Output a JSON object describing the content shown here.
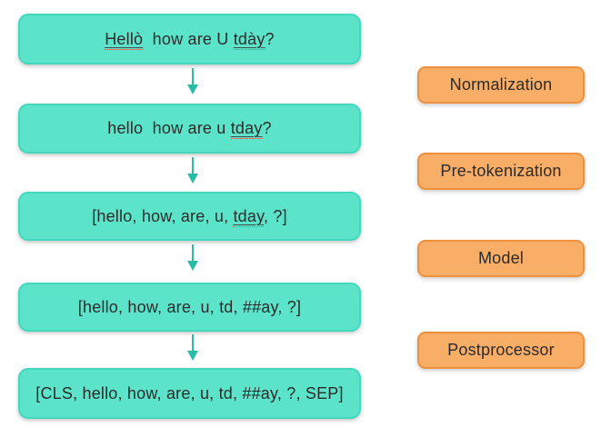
{
  "colors": {
    "teal_fill": "#5CE4CB",
    "teal_border": "#41D8BF",
    "orange_fill": "#F9AE67",
    "orange_border": "#EF913C",
    "arrow": "#29BCA8",
    "text": "#2B2B2B",
    "underline": "#4A4A4A",
    "squiggle": "#E0614F"
  },
  "flow": {
    "steps": [
      {
        "segments": [
          {
            "text": "Hellò",
            "misspelled": true
          },
          {
            "text": "  how are U ",
            "misspelled": false
          },
          {
            "text": "tdày",
            "misspelled": true
          },
          {
            "text": "?",
            "misspelled": false
          }
        ]
      },
      {
        "segments": [
          {
            "text": "hello  how are u ",
            "misspelled": false
          },
          {
            "text": "tday",
            "misspelled": true
          },
          {
            "text": "?",
            "misspelled": false
          }
        ]
      },
      {
        "segments": [
          {
            "text": "[hello, how, are, u, ",
            "misspelled": false
          },
          {
            "text": "tday",
            "misspelled": true
          },
          {
            "text": ", ?]",
            "misspelled": false
          }
        ]
      },
      {
        "segments": [
          {
            "text": "[hello, how, are, u, td, ##ay, ?]",
            "misspelled": false
          }
        ]
      },
      {
        "segments": [
          {
            "text": "[CLS, hello, how, are, u, td, ##ay, ?, SEP]",
            "misspelled": false
          }
        ]
      }
    ],
    "stages": [
      {
        "label": "Normalization"
      },
      {
        "label": "Pre-tokenization"
      },
      {
        "label": "Model"
      },
      {
        "label": "Postprocessor"
      }
    ]
  }
}
